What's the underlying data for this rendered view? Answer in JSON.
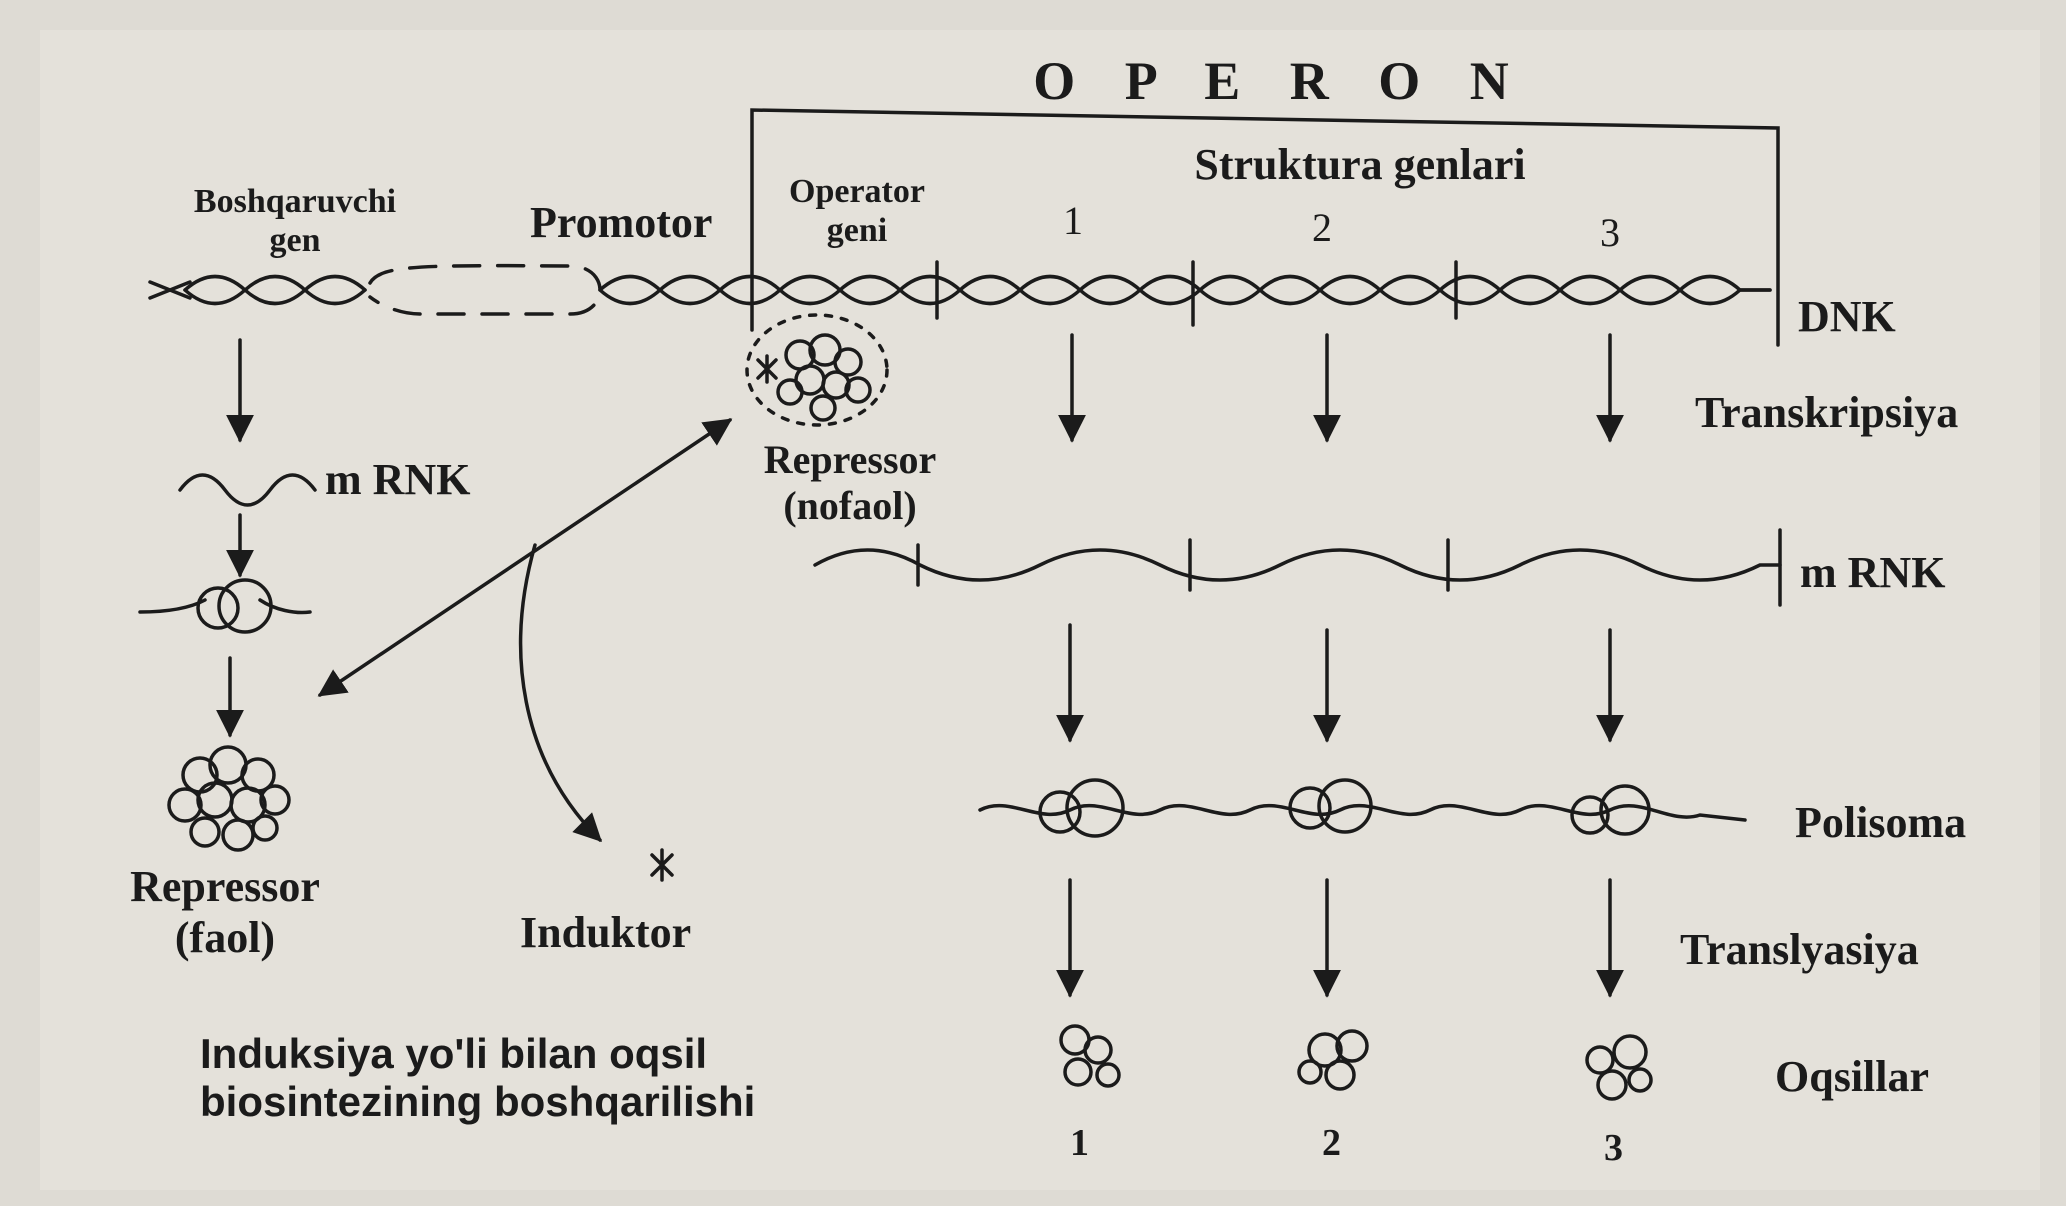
{
  "title": "O P E R O N",
  "structural_genes_label": "Struktura genlari",
  "regulator_gene": {
    "line1": "Boshqaruvchi",
    "line2": "gen"
  },
  "promoter": "Promotor",
  "operator_gene": {
    "line1": "Operator",
    "line2": "geni"
  },
  "gene_numbers": [
    "1",
    "2",
    "3"
  ],
  "protein_numbers": [
    "1",
    "2",
    "3"
  ],
  "dna_label": "DNK",
  "transcription_label": "Transkripsiya",
  "mrna_label_left": "m RNK",
  "mrna_label_right": "m RNK",
  "repressor_inactive": {
    "line1": "Repressor",
    "line2": "(nofaol)"
  },
  "repressor_active": {
    "line1": "Repressor",
    "line2": "(faol)"
  },
  "inductor_label": "Induktor",
  "polysome_label": "Polisoma",
  "translation_label": "Translyasiya",
  "proteins_label": "Oqsillar",
  "caption": {
    "line1": "Induksiya yo'li bilan oqsil",
    "line2": "biosintezining boshqarilishi"
  },
  "colors": {
    "ink": "#1b1b1b",
    "paper": "#e4e1da",
    "background": "#cfcbc3"
  }
}
